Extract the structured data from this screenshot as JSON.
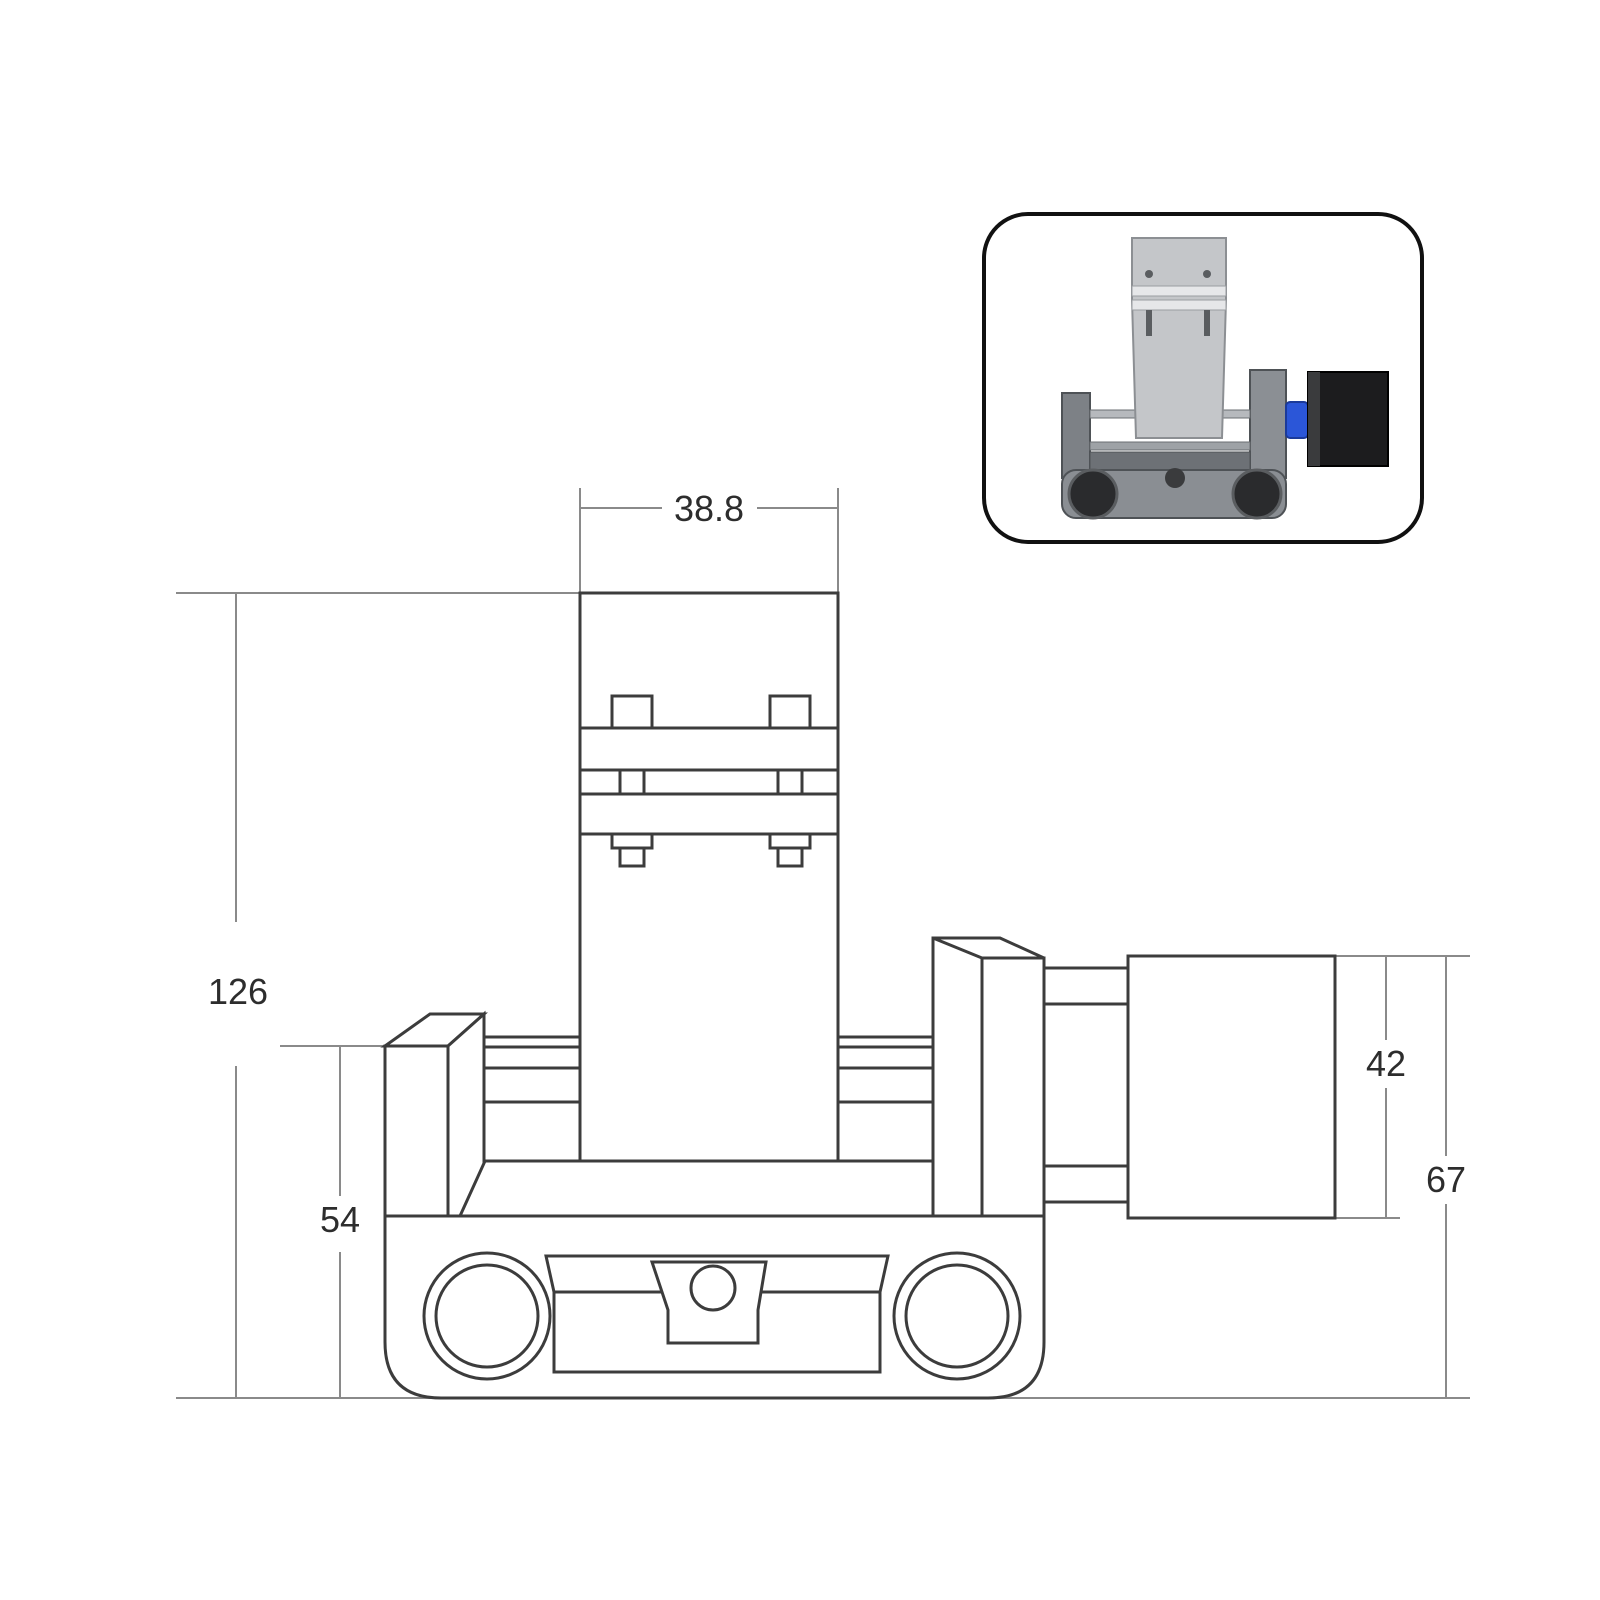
{
  "dimensions": {
    "clamp_width": "38.8",
    "total_height": "126",
    "base_height": "54",
    "motor_size": "42",
    "motor_height": "67"
  },
  "colors": {
    "line": "#3c3c3c",
    "dimension_line": "#8a8a8a",
    "photo_frame": "#111111",
    "metal": "#bfc1c4",
    "frame_gray": "#7d8186",
    "motor_black": "#1c1c1e",
    "coupler_blue": "#2b56d8"
  }
}
